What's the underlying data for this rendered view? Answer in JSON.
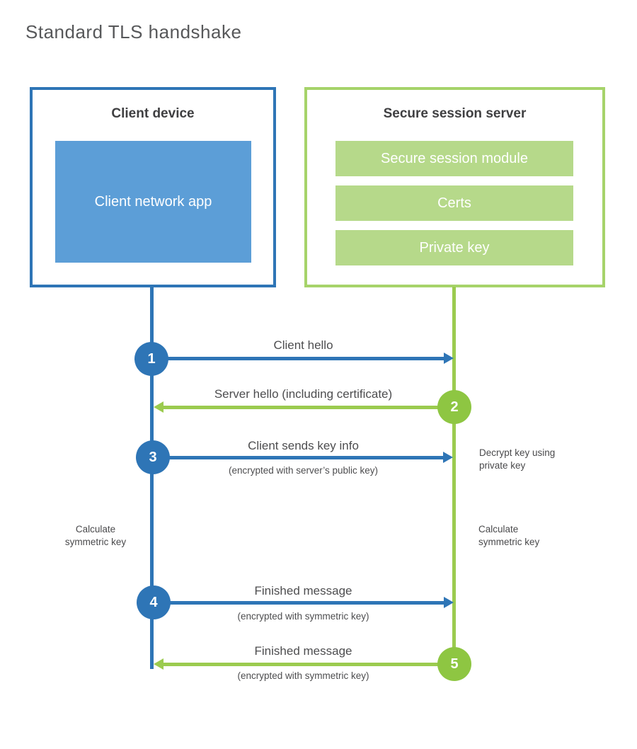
{
  "title": "Standard TLS handshake",
  "colors": {
    "client_blue": "#2e75b6",
    "client_fill_blue": "#5c9ed7",
    "server_green_border": "#a6d36a",
    "server_green_bar": "#b6d98a",
    "server_green_line": "#9bcb4f",
    "server_green_circle": "#8ec642",
    "text_dark": "#3f3f41",
    "text_label": "#4d4d4f"
  },
  "client_box": {
    "title": "Client device",
    "app_label": "Client network app"
  },
  "server_box": {
    "title": "Secure session server",
    "modules": [
      "Secure session module",
      "Certs",
      "Private key"
    ]
  },
  "steps": [
    {
      "number": "1",
      "label": "Client hello",
      "sublabel": "",
      "direction": "right",
      "actor": "client"
    },
    {
      "number": "2",
      "label": "Server hello (including certificate)",
      "sublabel": "",
      "direction": "left",
      "actor": "server"
    },
    {
      "number": "3",
      "label": "Client sends key info",
      "sublabel": "(encrypted with server’s public key)",
      "direction": "right",
      "actor": "client"
    },
    {
      "number": "4",
      "label": "Finished message",
      "sublabel": "(encrypted with symmetric key)",
      "direction": "right",
      "actor": "client"
    },
    {
      "number": "5",
      "label": "Finished message",
      "sublabel": "(encrypted with symmetric key)",
      "direction": "left",
      "actor": "server"
    }
  ],
  "annotations": {
    "decrypt": [
      "Decrypt key using",
      "private key"
    ],
    "calc_left": [
      "Calculate",
      "symmetric key"
    ],
    "calc_right": [
      "Calculate",
      "symmetric key"
    ]
  }
}
